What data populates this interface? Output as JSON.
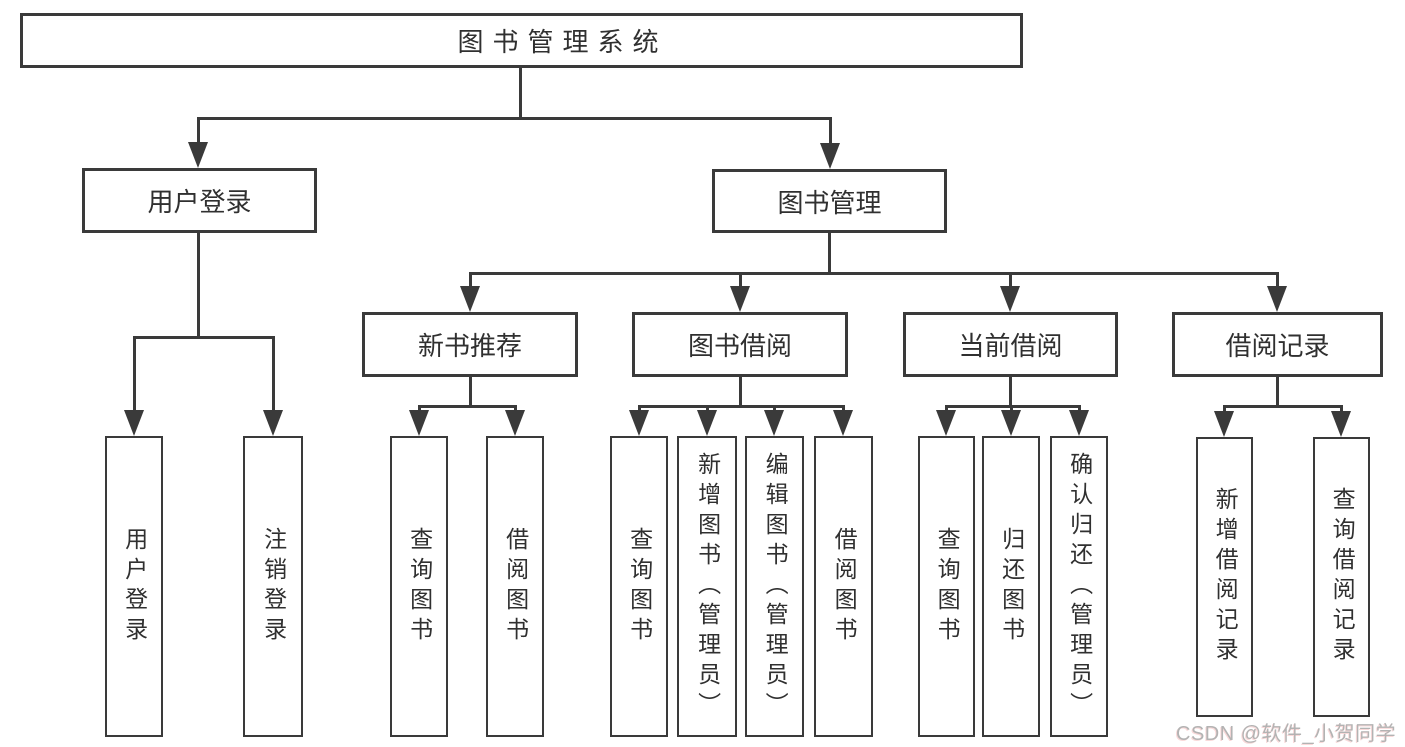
{
  "diagram": {
    "title": "图书管理系统",
    "type": "tree-structure-diagram",
    "ink_color": "#3a3a3a",
    "text_color": "#303030",
    "watermark_color": "#b3b3b3",
    "background_color": "#ffffff",
    "watermark": "CSDN @软件_小贺同学",
    "nodes": [
      {
        "id": "root",
        "label": "图书管理系统",
        "parent": null,
        "orientation": "horizontal"
      },
      {
        "id": "user-login",
        "label": "用户登录",
        "parent": "root",
        "orientation": "horizontal"
      },
      {
        "id": "book-management",
        "label": "图书管理",
        "parent": "root",
        "orientation": "horizontal"
      },
      {
        "id": "new-book-recommend",
        "label": "新书推荐",
        "parent": "book-management",
        "orientation": "horizontal"
      },
      {
        "id": "book-borrow",
        "label": "图书借阅",
        "parent": "book-management",
        "orientation": "horizontal"
      },
      {
        "id": "current-borrow",
        "label": "当前借阅",
        "parent": "book-management",
        "orientation": "horizontal"
      },
      {
        "id": "borrow-record",
        "label": "借阅记录",
        "parent": "book-management",
        "orientation": "horizontal"
      },
      {
        "id": "user-login-leaf",
        "label": "用户登录",
        "parent": "user-login",
        "orientation": "vertical"
      },
      {
        "id": "logout-leaf",
        "label": "注销登录",
        "parent": "user-login",
        "orientation": "vertical"
      },
      {
        "id": "query-book-recommend",
        "label": "查询图书",
        "parent": "new-book-recommend",
        "orientation": "vertical"
      },
      {
        "id": "borrow-book-recommend",
        "label": "借阅图书",
        "parent": "new-book-recommend",
        "orientation": "vertical"
      },
      {
        "id": "query-book-borrow",
        "label": "查询图书",
        "parent": "book-borrow",
        "orientation": "vertical"
      },
      {
        "id": "add-book-admin",
        "label": "新增图书（管理员）",
        "parent": "book-borrow",
        "orientation": "vertical"
      },
      {
        "id": "edit-book-admin",
        "label": "编辑图书（管理员）",
        "parent": "book-borrow",
        "orientation": "vertical"
      },
      {
        "id": "borrow-book-leaf",
        "label": "借阅图书",
        "parent": "book-borrow",
        "orientation": "vertical"
      },
      {
        "id": "query-book-current",
        "label": "查询图书",
        "parent": "current-borrow",
        "orientation": "vertical"
      },
      {
        "id": "return-book",
        "label": "归还图书",
        "parent": "current-borrow",
        "orientation": "vertical"
      },
      {
        "id": "confirm-return-admin",
        "label": "确认归还（管理员）",
        "parent": "current-borrow",
        "orientation": "vertical"
      },
      {
        "id": "add-borrow-record",
        "label": "新增借阅记录",
        "parent": "borrow-record",
        "orientation": "vertical"
      },
      {
        "id": "query-borrow-record",
        "label": "查询借阅记录",
        "parent": "borrow-record",
        "orientation": "vertical"
      }
    ]
  }
}
